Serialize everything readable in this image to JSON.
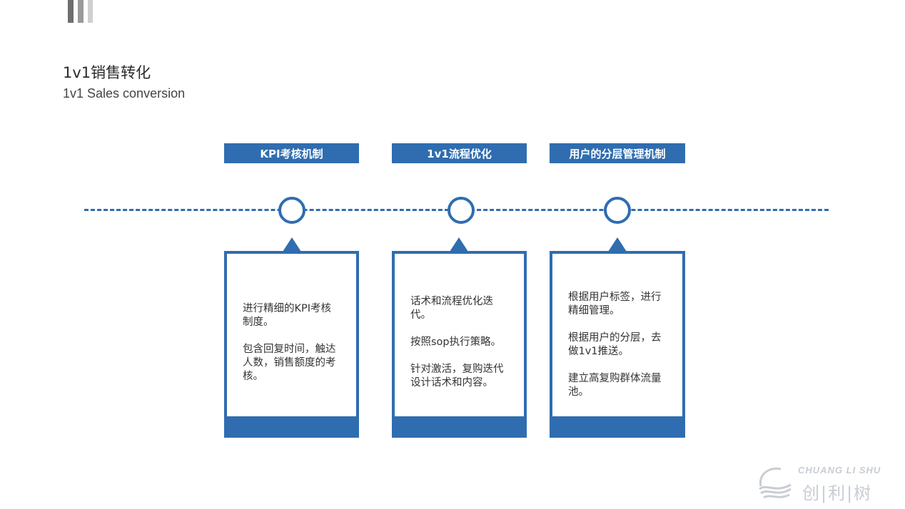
{
  "header": {
    "title": "1v1销售转化",
    "subtitle": "1v1 Sales conversion"
  },
  "timeline": {
    "color": "#2f6db0",
    "items": [
      {
        "tag": "KPI考核机制",
        "paragraphs": [
          "进行精细的KPI考核制度。",
          "包含回复时间，触达人数，销售额度的考核。"
        ]
      },
      {
        "tag": "1v1流程优化",
        "paragraphs": [
          "话术和流程优化迭代。",
          "按照sop执行策略。",
          "针对激活，复购迭代设计话术和内容。"
        ]
      },
      {
        "tag": "用户的分层管理机制",
        "paragraphs": [
          "根据用户标签，进行精细管理。",
          "根据用户的分层，去做1v1推送。",
          "建立高复购群体流量池。"
        ]
      }
    ]
  },
  "logo": {
    "en": "CHUANG LI SHU",
    "cn": "创|利|树",
    "icon": "logo-wave-icon"
  }
}
